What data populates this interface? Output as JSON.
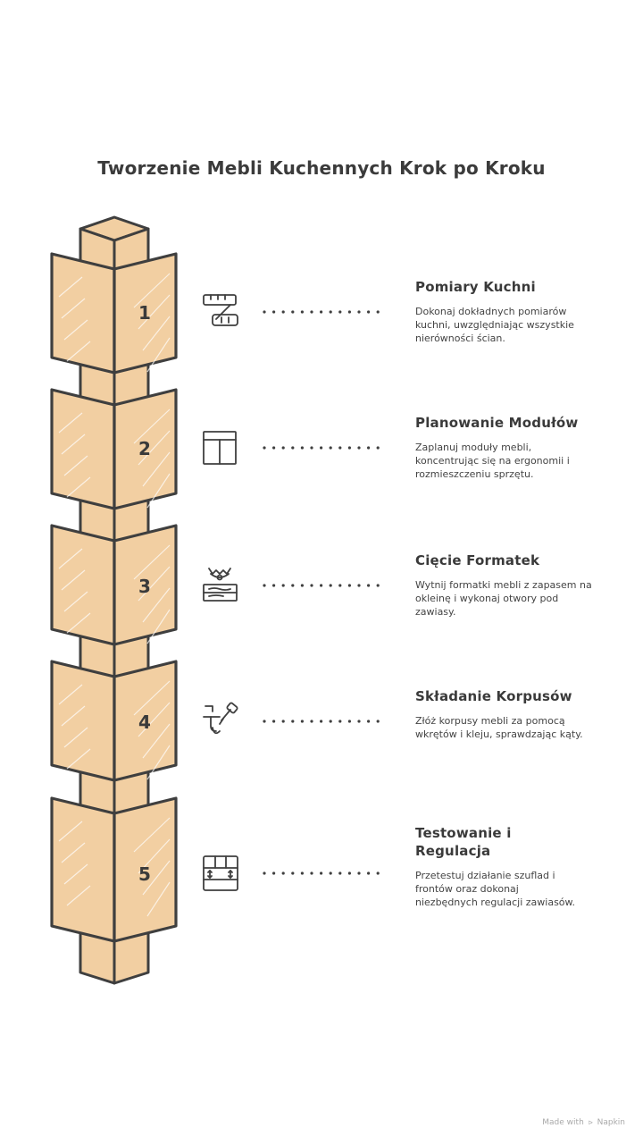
{
  "title": "Tworzenie Mebli Kuchennych Krok po Kroku",
  "steps": [
    {
      "number": "1",
      "title": "Pomiary Kuchni",
      "description": "Dokonaj dokładnych pomiarów kuchni, uwzględniając wszystkie nierówności ścian.",
      "icon": "measuring-tape-icon"
    },
    {
      "number": "2",
      "title": "Planowanie Modułów",
      "description": "Zaplanuj moduły mebli, koncentrując się na ergonomii i rozmieszczeniu sprzętu.",
      "icon": "cabinet-layout-icon"
    },
    {
      "number": "3",
      "title": "Cięcie Formatek",
      "description": "Wytnij formatki mebli z zapasem na okleinę i wykonaj otwory pod zawiasy.",
      "icon": "saw-board-icon"
    },
    {
      "number": "4",
      "title": "Składanie Korpusów",
      "description": "Złóż korpusy mebli za pomocą wkrętów i kleju, sprawdzając kąty.",
      "icon": "screwdriver-assembly-icon"
    },
    {
      "number": "5",
      "title": "Testowanie i Regulacja",
      "description": "Przetestuj działanie szuflad i frontów oraz dokonaj niezbędnych regulacji zawiasów.",
      "icon": "drawer-adjust-icon"
    }
  ],
  "watermark": {
    "prefix": "Made with",
    "brand": "Napkin"
  },
  "colors": {
    "box_fill": "#f2cfa2",
    "box_stroke": "#3f3f3f",
    "text": "#3a3a3a",
    "watermark": "#a9a9a9"
  }
}
